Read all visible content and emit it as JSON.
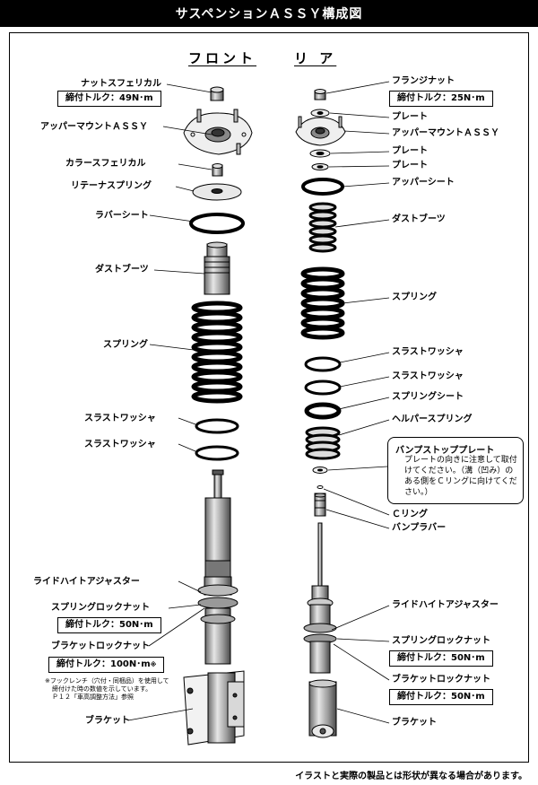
{
  "title": "サスペンションＡＳＳＹ構成図",
  "columns": {
    "front": "フロント",
    "rear": "リ ア"
  },
  "front": {
    "nut": "ナットスフェリカル",
    "nut_torque": "締付トルク：49N･m",
    "upper_mount": "アッパーマウントＡＳＳＹ",
    "collar": "カラースフェリカル",
    "retainer": "リテーナスプリング",
    "rubber_seat": "ラバーシート",
    "dust_boot": "ダストブーツ",
    "spring": "スプリング",
    "thrust_washer_1": "スラストワッシャ",
    "thrust_washer_2": "スラストワッシャ",
    "ride_height_adjuster": "ライドハイトアジャスター",
    "spring_lock_nut": "スプリングロックナット",
    "spring_lock_torque": "締付トルク：50N･m",
    "bracket_lock_nut": "ブラケットロックナット",
    "bracket_lock_torque": "締付トルク：100N･m",
    "torque_mark": "※",
    "note_lines": [
      "※フックレンチ（穴付・同梱品）を使用して",
      "締付けた時の数値を示しています。",
      "Ｐ１２「車高調整方法」参照"
    ],
    "bracket": "ブラケット"
  },
  "rear": {
    "flange_nut": "フランジナット",
    "flange_torque": "締付トルク：25N･m",
    "plate_1": "プレート",
    "upper_mount": "アッパーマウントＡＳＳＹ",
    "plate_2": "プレート",
    "plate_3": "プレート",
    "upper_seat": "アッパーシート",
    "dust_boot": "ダストブーツ",
    "spring": "スプリング",
    "thrust_washer_1": "スラストワッシャ",
    "thrust_washer_2": "スラストワッシャ",
    "spring_seat": "スプリングシート",
    "helper_spring": "ヘルパースプリング",
    "bump_stop_plate": "バンプストッププレート",
    "bump_stop_note": "プレートの向きに注意して取付けてください。（溝（凹み）のある側をＣリングに向けてください。）",
    "c_ring": "Ｃリング",
    "bump_rubber": "バンプラバー",
    "ride_height_adjuster": "ライドハイトアジャスター",
    "spring_lock_nut": "スプリングロックナット",
    "spring_lock_torque": "締付トルク：50N･m",
    "bracket_lock_nut": "ブラケットロックナット",
    "bracket_lock_torque": "締付トルク：50N･m",
    "bracket": "ブラケット"
  },
  "footer": "イラストと実際の製品とは形状が異なる場合があります。"
}
